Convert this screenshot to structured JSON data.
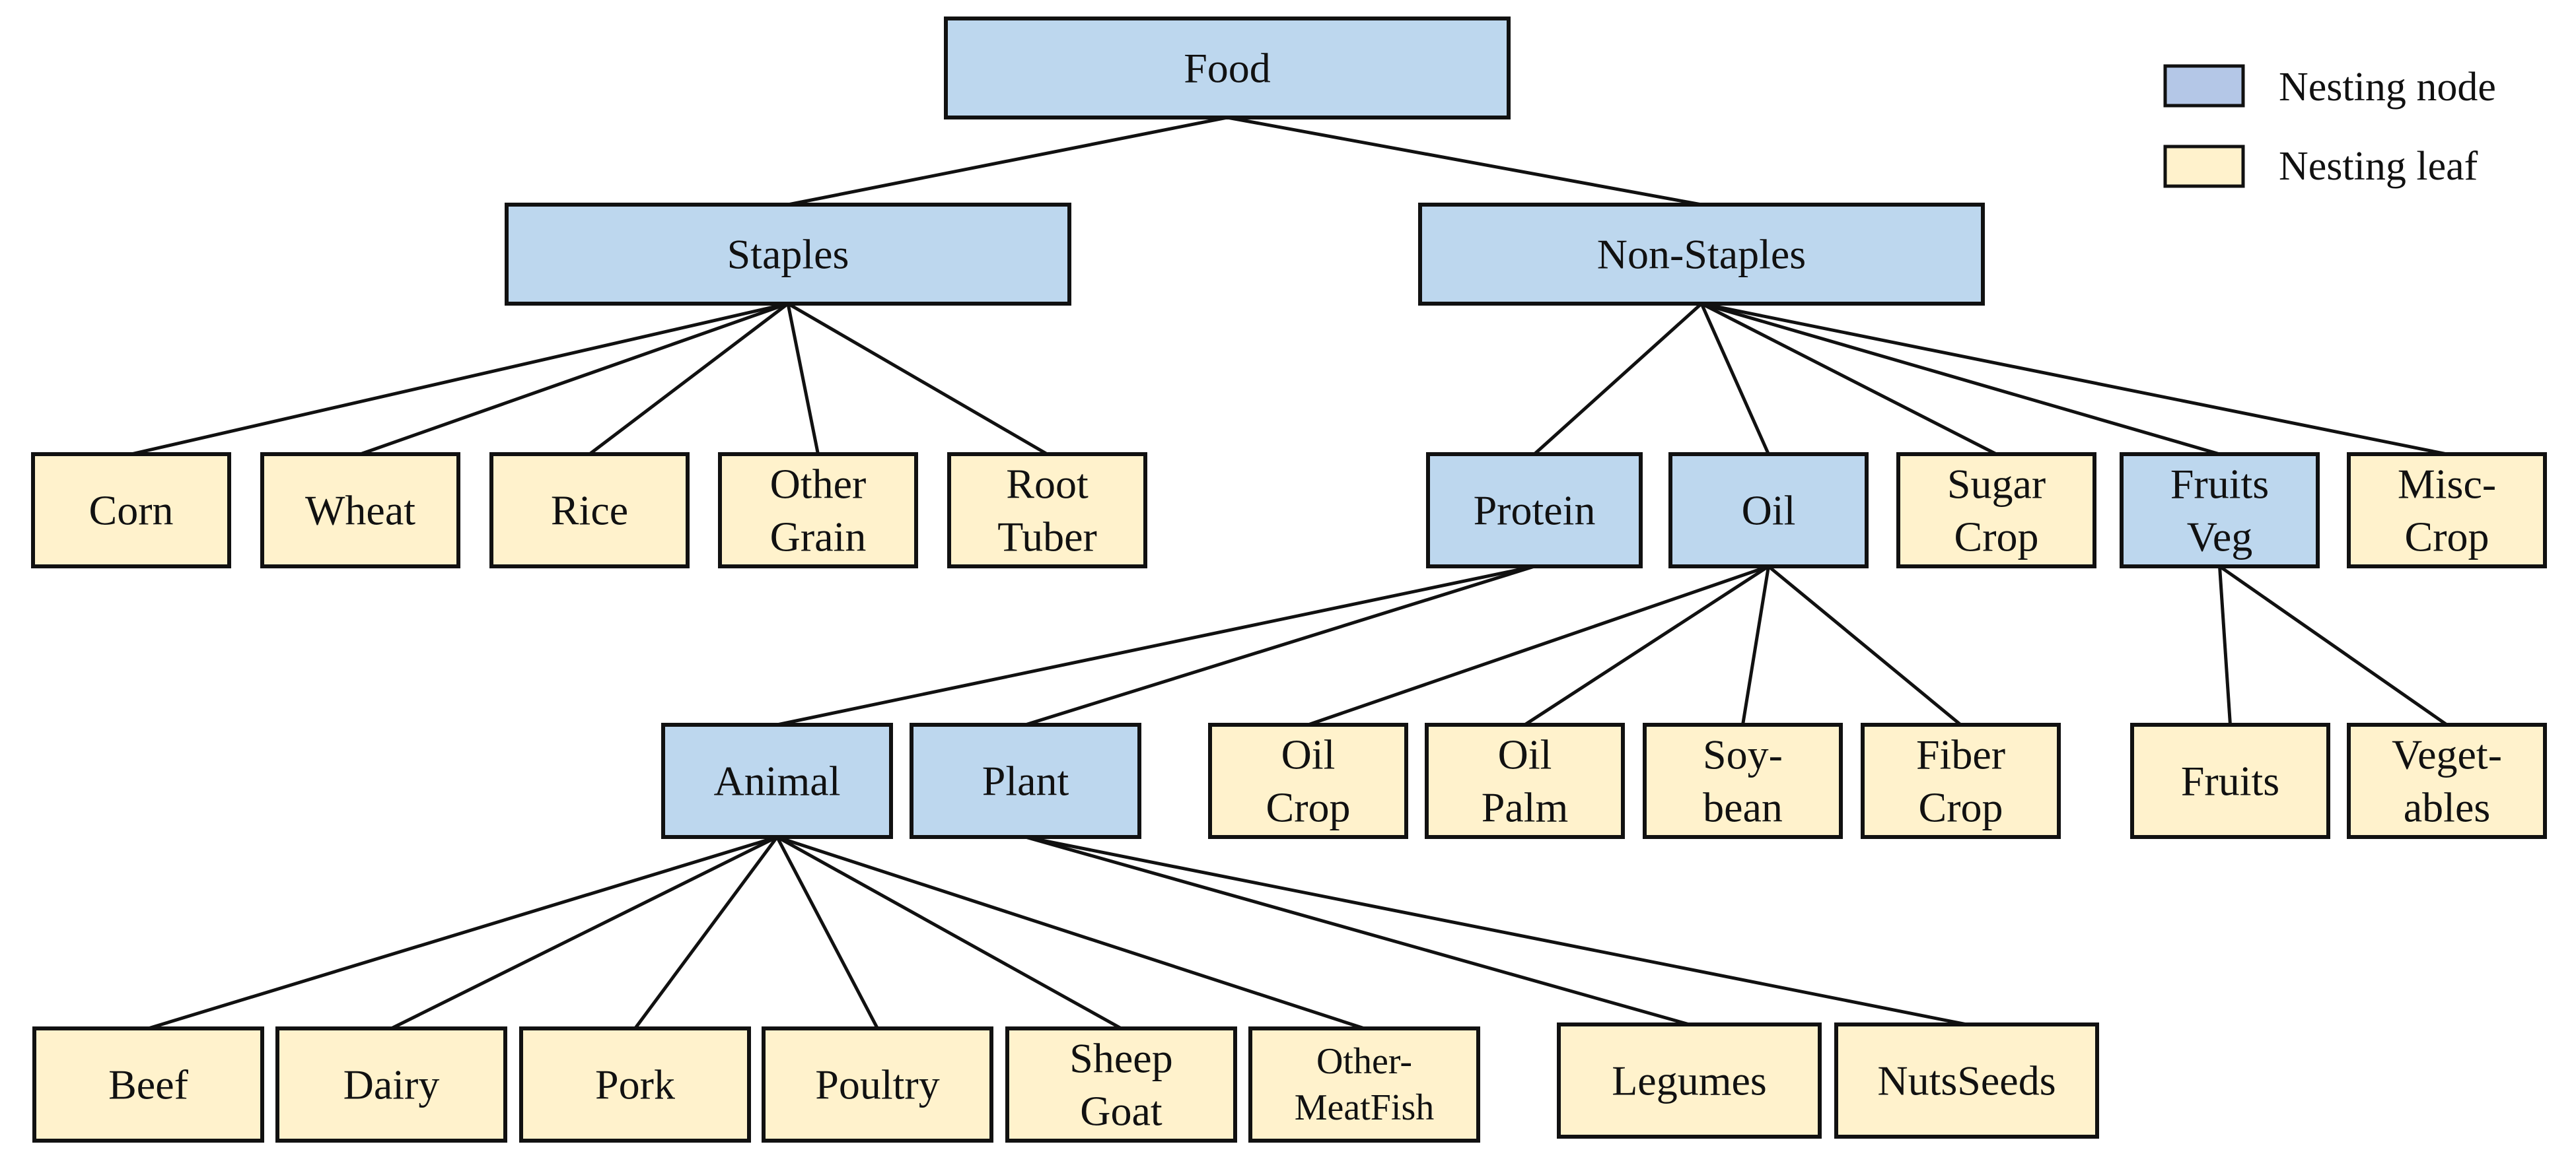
{
  "colors": {
    "nesting_node": "#BDD7EE",
    "nesting_leaf": "#FFF2CC",
    "legend_node_swatch": "#B4C7E7",
    "line": "#111111"
  },
  "legend": {
    "node_label": "Nesting node",
    "leaf_label": "Nesting leaf"
  },
  "tree": {
    "root": {
      "id": "food",
      "kind": "node",
      "lines": [
        "Food"
      ]
    },
    "level1": [
      {
        "id": "staples",
        "kind": "node",
        "lines": [
          "Staples"
        ],
        "parent": "food"
      },
      {
        "id": "non-staples",
        "kind": "node",
        "lines": [
          "Non-Staples"
        ],
        "parent": "food"
      }
    ],
    "level2": [
      {
        "id": "corn",
        "kind": "leaf",
        "lines": [
          "Corn"
        ],
        "parent": "staples"
      },
      {
        "id": "wheat",
        "kind": "leaf",
        "lines": [
          "Wheat"
        ],
        "parent": "staples"
      },
      {
        "id": "rice",
        "kind": "leaf",
        "lines": [
          "Rice"
        ],
        "parent": "staples"
      },
      {
        "id": "other-grain",
        "kind": "leaf",
        "lines": [
          "Other",
          "Grain"
        ],
        "parent": "staples"
      },
      {
        "id": "root-tuber",
        "kind": "leaf",
        "lines": [
          "Root",
          "Tuber"
        ],
        "parent": "staples"
      },
      {
        "id": "protein",
        "kind": "node",
        "lines": [
          "Protein"
        ],
        "parent": "non-staples"
      },
      {
        "id": "oil",
        "kind": "node",
        "lines": [
          "Oil"
        ],
        "parent": "non-staples"
      },
      {
        "id": "sugar-crop",
        "kind": "leaf",
        "lines": [
          "Sugar",
          "Crop"
        ],
        "parent": "non-staples"
      },
      {
        "id": "fruits-veg",
        "kind": "node",
        "lines": [
          "Fruits",
          "Veg"
        ],
        "parent": "non-staples"
      },
      {
        "id": "misc-crop",
        "kind": "leaf",
        "lines": [
          "Misc-",
          "Crop"
        ],
        "parent": "non-staples"
      }
    ],
    "level3": [
      {
        "id": "animal",
        "kind": "node",
        "lines": [
          "Animal"
        ],
        "parent": "protein"
      },
      {
        "id": "plant",
        "kind": "node",
        "lines": [
          "Plant"
        ],
        "parent": "protein"
      },
      {
        "id": "oil-crop",
        "kind": "leaf",
        "lines": [
          "Oil",
          "Crop"
        ],
        "parent": "oil"
      },
      {
        "id": "oil-palm",
        "kind": "leaf",
        "lines": [
          "Oil",
          "Palm"
        ],
        "parent": "oil"
      },
      {
        "id": "soybean",
        "kind": "leaf",
        "lines": [
          "Soy-",
          "bean"
        ],
        "parent": "oil"
      },
      {
        "id": "fiber-crop",
        "kind": "leaf",
        "lines": [
          "Fiber",
          "Crop"
        ],
        "parent": "oil"
      },
      {
        "id": "fruits",
        "kind": "leaf",
        "lines": [
          "Fruits"
        ],
        "parent": "fruits-veg"
      },
      {
        "id": "vegetables",
        "kind": "leaf",
        "lines": [
          "Veget-",
          "ables"
        ],
        "parent": "fruits-veg"
      }
    ],
    "level4": [
      {
        "id": "beef",
        "kind": "leaf",
        "lines": [
          "Beef"
        ],
        "parent": "animal"
      },
      {
        "id": "dairy",
        "kind": "leaf",
        "lines": [
          "Dairy"
        ],
        "parent": "animal"
      },
      {
        "id": "pork",
        "kind": "leaf",
        "lines": [
          "Pork"
        ],
        "parent": "animal"
      },
      {
        "id": "poultry",
        "kind": "leaf",
        "lines": [
          "Poultry"
        ],
        "parent": "animal"
      },
      {
        "id": "sheep-goat",
        "kind": "leaf",
        "lines": [
          "Sheep",
          "Goat"
        ],
        "parent": "animal"
      },
      {
        "id": "other-meatfish",
        "kind": "leaf",
        "lines": [
          "Other-",
          "MeatFish"
        ],
        "parent": "animal"
      },
      {
        "id": "legumes",
        "kind": "leaf",
        "lines": [
          "Legumes"
        ],
        "parent": "plant"
      },
      {
        "id": "nutsseeds",
        "kind": "leaf",
        "lines": [
          "NutsSeeds"
        ],
        "parent": "plant"
      }
    ]
  }
}
